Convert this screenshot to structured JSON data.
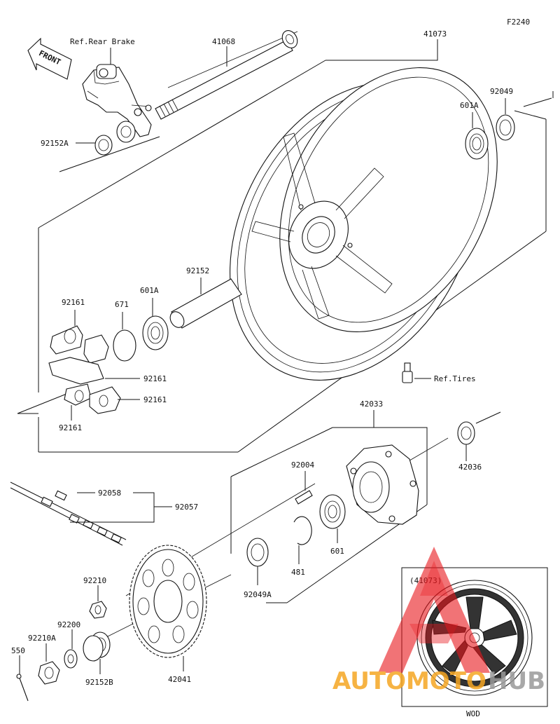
{
  "diagram_id": "F2240",
  "front_label": "FRONT",
  "ref_rear_brake": "Ref.Rear Brake",
  "ref_tires": "Ref.Tires",
  "parts": {
    "axle": "41068",
    "wheel": "41073",
    "seal_right": "92049",
    "bearing_right": "601A",
    "collar_left": "92152A",
    "collar_center": "92152",
    "bearing_left": "601A",
    "o_ring": "671",
    "damper_top": "92161",
    "damper_mid": "92161",
    "damper_low": "92161",
    "damper_bottom": "92161",
    "coupling": "42033",
    "collar_coupling": "42036",
    "stud": "92004",
    "chain_link": "92058",
    "chain": "92057",
    "bearing_coupling": "601",
    "circlip": "481",
    "seal_coupling": "92049A",
    "nut": "92210",
    "washer": "92200",
    "axle_nut": "92210A",
    "cotter_pin": "550",
    "collar_axle": "92152B",
    "sprocket": "42041"
  },
  "inset": {
    "label": "(41073)",
    "caption": "WOD"
  },
  "watermark": {
    "text_a": "AUTOMOTO",
    "text_b": "HUB",
    "color_a": "#f5a623",
    "color_b": "#9a9a9a",
    "logo_color": "#e8161b"
  }
}
